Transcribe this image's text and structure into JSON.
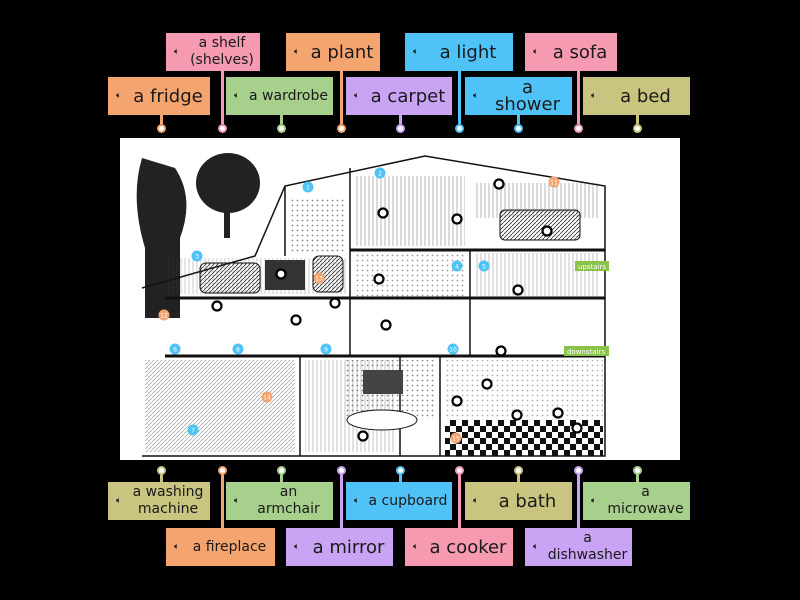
{
  "colors": {
    "orange": "#f4a46e",
    "pink": "#f59ab0",
    "green": "#a8d08d",
    "purple": "#c9a4f5",
    "blue": "#4fc3f7",
    "olive": "#c9c47f"
  },
  "icons": {
    "speaker": "speaker-icon"
  },
  "labels_top": [
    {
      "text": "a shelf (shelves)",
      "color": "pink"
    },
    {
      "text": "a plant",
      "color": "orange"
    },
    {
      "text": "a light",
      "color": "blue"
    },
    {
      "text": "a sofa",
      "color": "pink"
    },
    {
      "text": "a fridge",
      "color": "orange"
    },
    {
      "text": "a wardrobe",
      "color": "green"
    },
    {
      "text": "a carpet",
      "color": "purple"
    },
    {
      "text": "a shower",
      "color": "blue"
    },
    {
      "text": "a bed",
      "color": "olive"
    }
  ],
  "labels_bottom": [
    {
      "text": "a washing machine",
      "color": "olive"
    },
    {
      "text": "an armchair",
      "color": "green"
    },
    {
      "text": "a cupboard",
      "color": "blue"
    },
    {
      "text": "a bath",
      "color": "olive"
    },
    {
      "text": "a microwave",
      "color": "green"
    },
    {
      "text": "a fireplace",
      "color": "orange"
    },
    {
      "text": "a mirror",
      "color": "purple"
    },
    {
      "text": "a cooker",
      "color": "pink"
    },
    {
      "text": "a dishwasher",
      "color": "purple"
    }
  ],
  "scene": {
    "blue_numbers": [
      "1",
      "2",
      "3",
      "4",
      "5",
      "6",
      "7",
      "8",
      "9",
      "10"
    ],
    "orange_numbers": [
      "11",
      "12",
      "13",
      "14",
      "15"
    ],
    "tags": {
      "upstairs": "upstairs",
      "downstairs": "downstairs"
    }
  }
}
